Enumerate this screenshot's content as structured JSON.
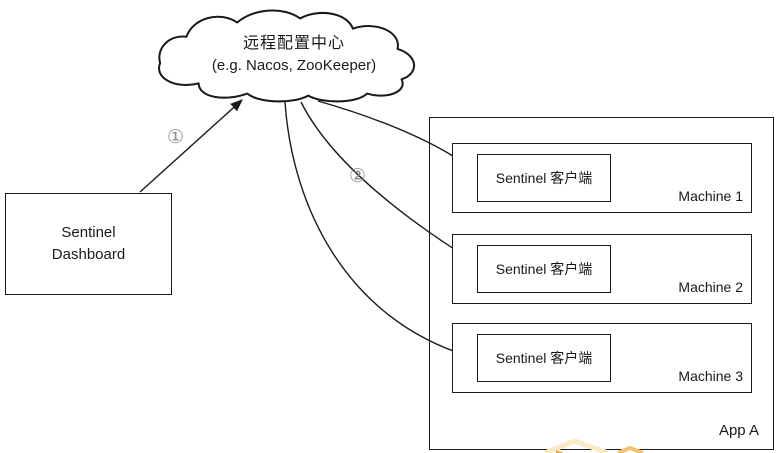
{
  "diagram": {
    "cloud": {
      "title": "远程配置中心",
      "subtitle": "(e.g. Nacos, ZooKeeper)"
    },
    "dashboard": {
      "line1": "Sentinel",
      "line2": "Dashboard"
    },
    "app": {
      "label": "App A"
    },
    "machines": [
      {
        "name": "Machine 1",
        "client": "Sentinel 客户端"
      },
      {
        "name": "Machine 2",
        "client": "Sentinel 客户端"
      },
      {
        "name": "Machine 3",
        "client": "Sentinel 客户端"
      }
    ],
    "arrows": {
      "step1_label": "①",
      "step2_label": "②"
    },
    "colors": {
      "stroke": "#1a1a1a",
      "step_label_gray": "#8d8d8d",
      "watermark_light": "#faeac6",
      "watermark_orange": "#f2c26f"
    }
  }
}
